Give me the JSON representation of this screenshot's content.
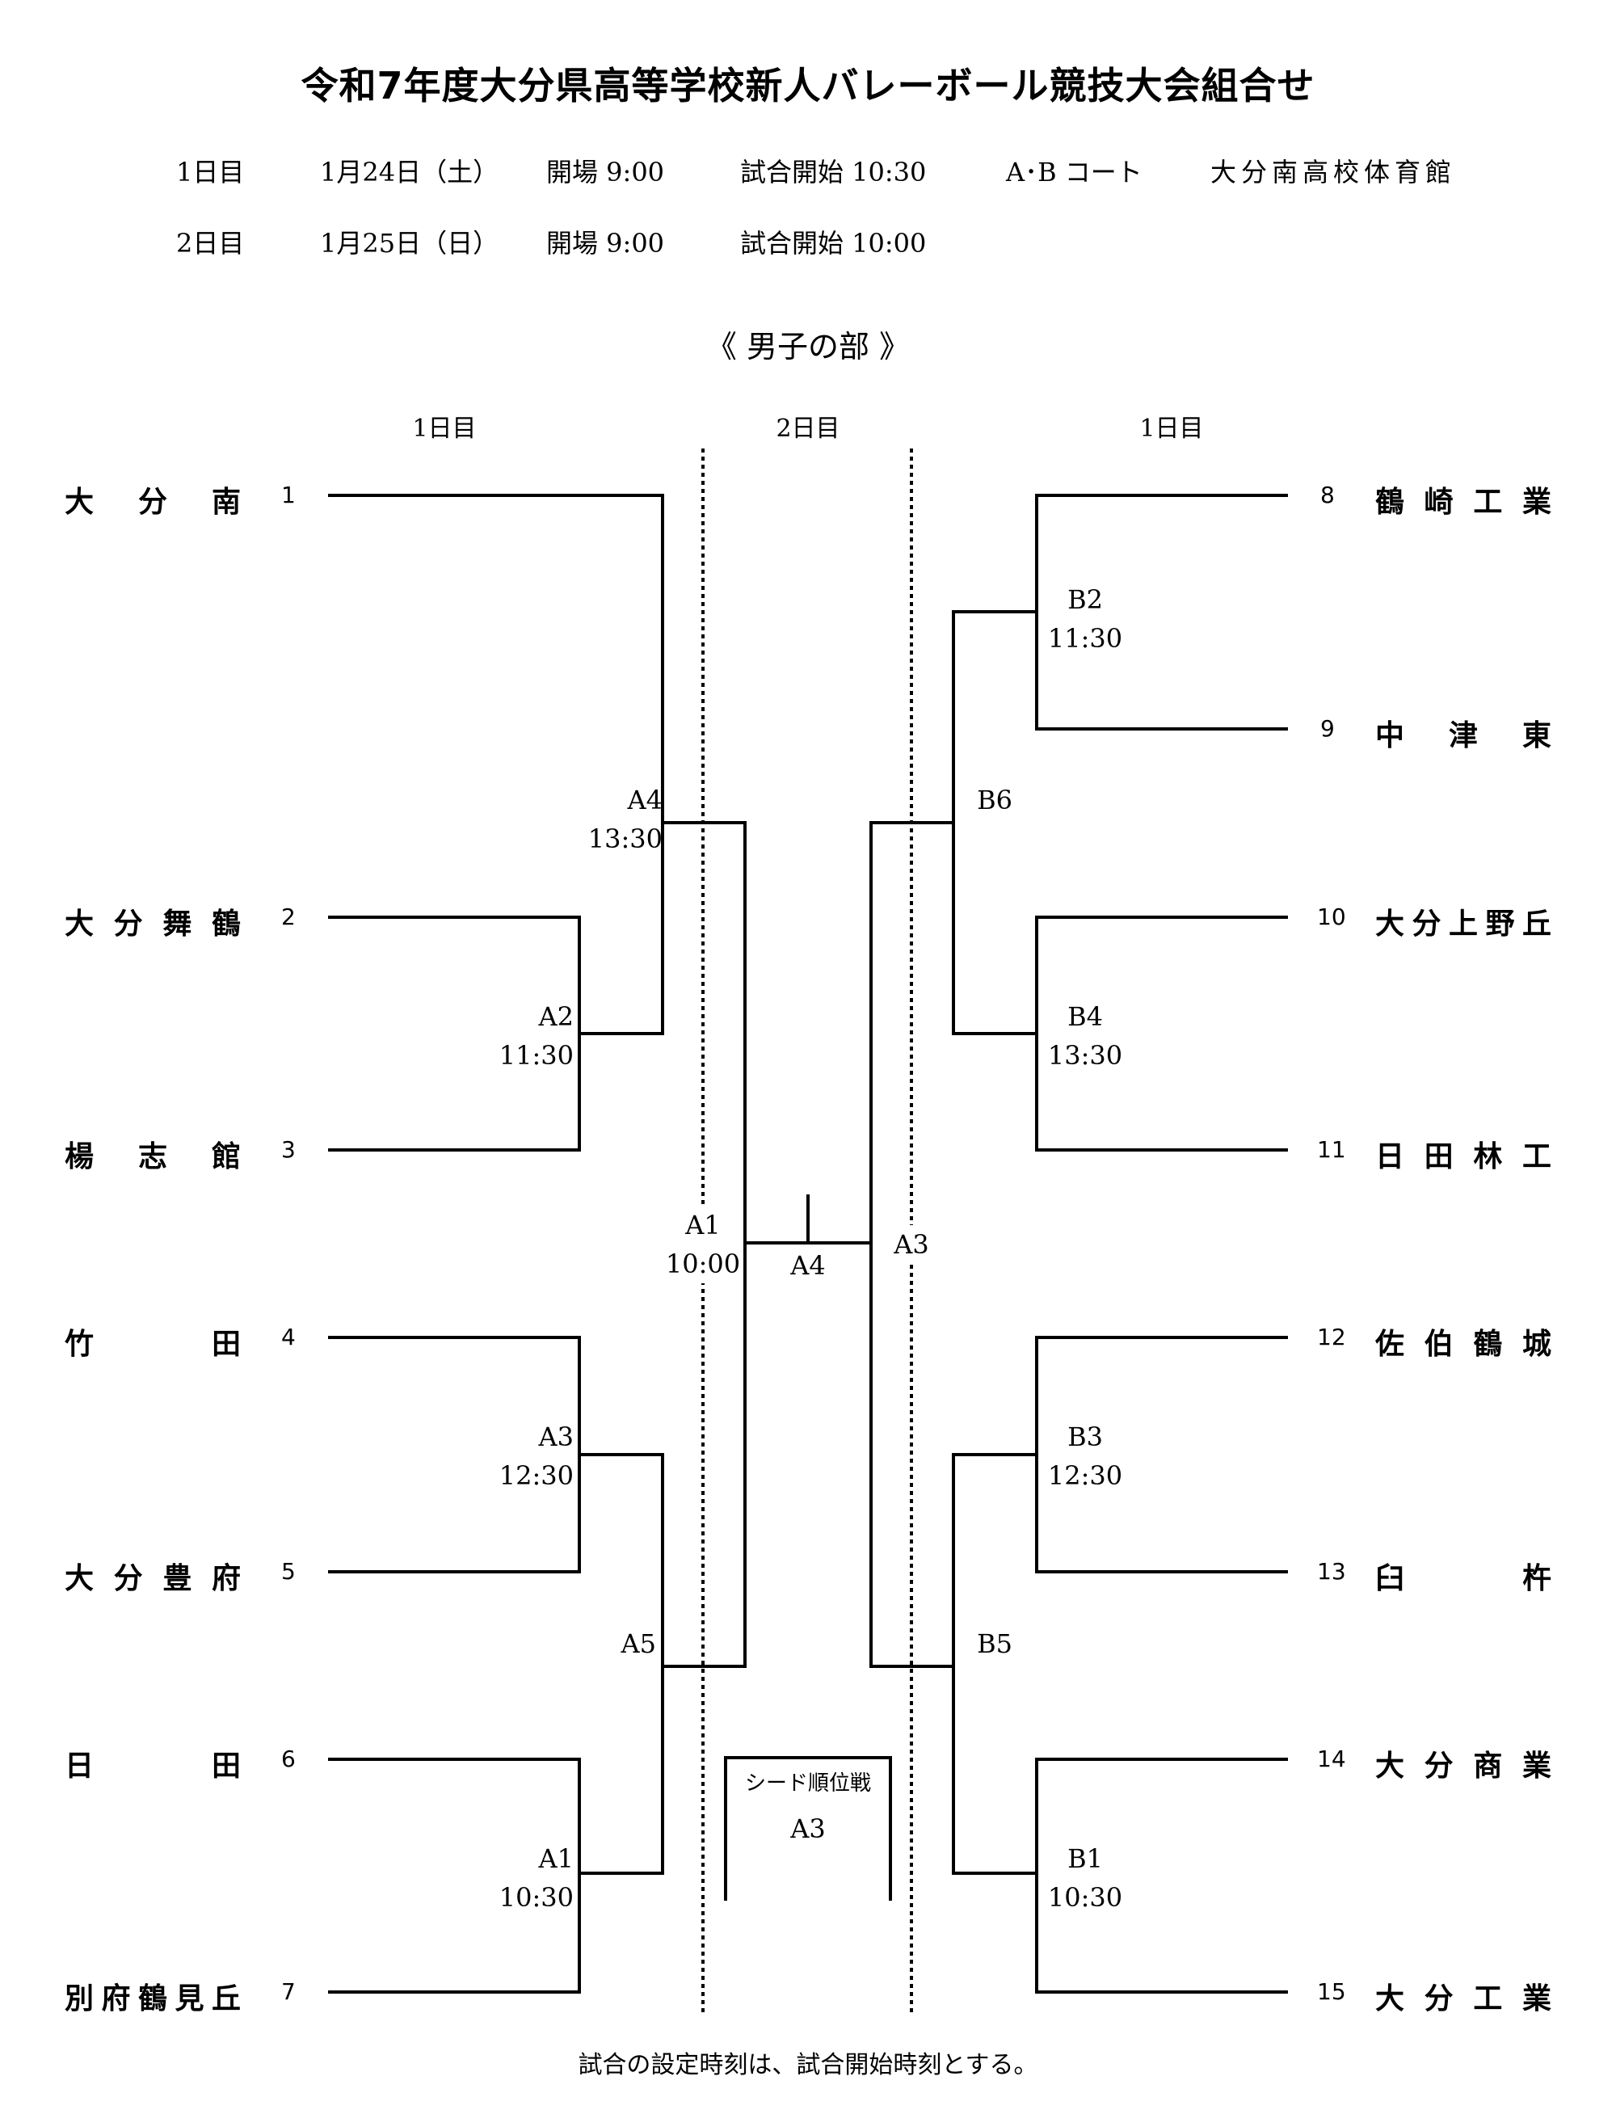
{
  "title": "令和7年度大分県高等学校新人バレーボール競技大会組合せ",
  "schedule": [
    {
      "day": "1日目",
      "date": "1月24日（土）",
      "open": "開場 9:00",
      "start": "試合開始 10:30",
      "court": "A･B コート",
      "venue": "大分南高校体育館"
    },
    {
      "day": "2日目",
      "date": "1月25日（日）",
      "open": "開場 9:00",
      "start": "試合開始 10:00"
    }
  ],
  "section_title": "《  男子の部  》",
  "column_headers": {
    "left": "1日目",
    "center": "2日目",
    "right": "1日目"
  },
  "left_teams": [
    {
      "seed": "1",
      "name": [
        "大",
        "分",
        "南"
      ]
    },
    {
      "seed": "2",
      "name": [
        "大",
        "分",
        "舞",
        "鶴"
      ]
    },
    {
      "seed": "3",
      "name": [
        "楊",
        "志",
        "館"
      ]
    },
    {
      "seed": "4",
      "name": [
        "竹",
        "田"
      ]
    },
    {
      "seed": "5",
      "name": [
        "大",
        "分",
        "豊",
        "府"
      ]
    },
    {
      "seed": "6",
      "name": [
        "日",
        "田"
      ]
    },
    {
      "seed": "7",
      "name": [
        "別",
        "府",
        "鶴",
        "見",
        "丘"
      ]
    }
  ],
  "right_teams": [
    {
      "seed": "8",
      "name": [
        "鶴",
        "崎",
        "工",
        "業"
      ]
    },
    {
      "seed": "9",
      "name": [
        "中",
        "津",
        "東"
      ]
    },
    {
      "seed": "10",
      "name": [
        "大",
        "分",
        "上",
        "野",
        "丘"
      ]
    },
    {
      "seed": "11",
      "name": [
        "日",
        "田",
        "林",
        "工"
      ]
    },
    {
      "seed": "12",
      "name": [
        "佐",
        "伯",
        "鶴",
        "城"
      ]
    },
    {
      "seed": "13",
      "name": [
        "臼",
        "杵"
      ]
    },
    {
      "seed": "14",
      "name": [
        "大",
        "分",
        "商",
        "業"
      ]
    },
    {
      "seed": "15",
      "name": [
        "大",
        "分",
        "工",
        "業"
      ]
    }
  ],
  "matches": {
    "A2": {
      "code": "A2",
      "time": "11:30"
    },
    "A3_left": {
      "code": "A3",
      "time": "12:30"
    },
    "A1_left": {
      "code": "A1",
      "time": "10:30"
    },
    "A4_left": {
      "code": "A4",
      "time": "13:30"
    },
    "A5": {
      "code": "A5",
      "time": ""
    },
    "A1_center": {
      "code": "A1",
      "time": "10:00"
    },
    "A4_final": {
      "code": "A4",
      "time": ""
    },
    "A3_center": {
      "code": "A3",
      "time": ""
    },
    "B2": {
      "code": "B2",
      "time": "11:30"
    },
    "B4": {
      "code": "B4",
      "time": "13:30"
    },
    "B3": {
      "code": "B3",
      "time": "12:30"
    },
    "B1": {
      "code": "B1",
      "time": "10:30"
    },
    "B6": {
      "code": "B6",
      "time": ""
    },
    "B5": {
      "code": "B5",
      "time": ""
    }
  },
  "seed_playoff": {
    "label": "シード順位戦",
    "code": "A3"
  },
  "footer_note": "試合の設定時刻は、試合開始時刻とする。"
}
